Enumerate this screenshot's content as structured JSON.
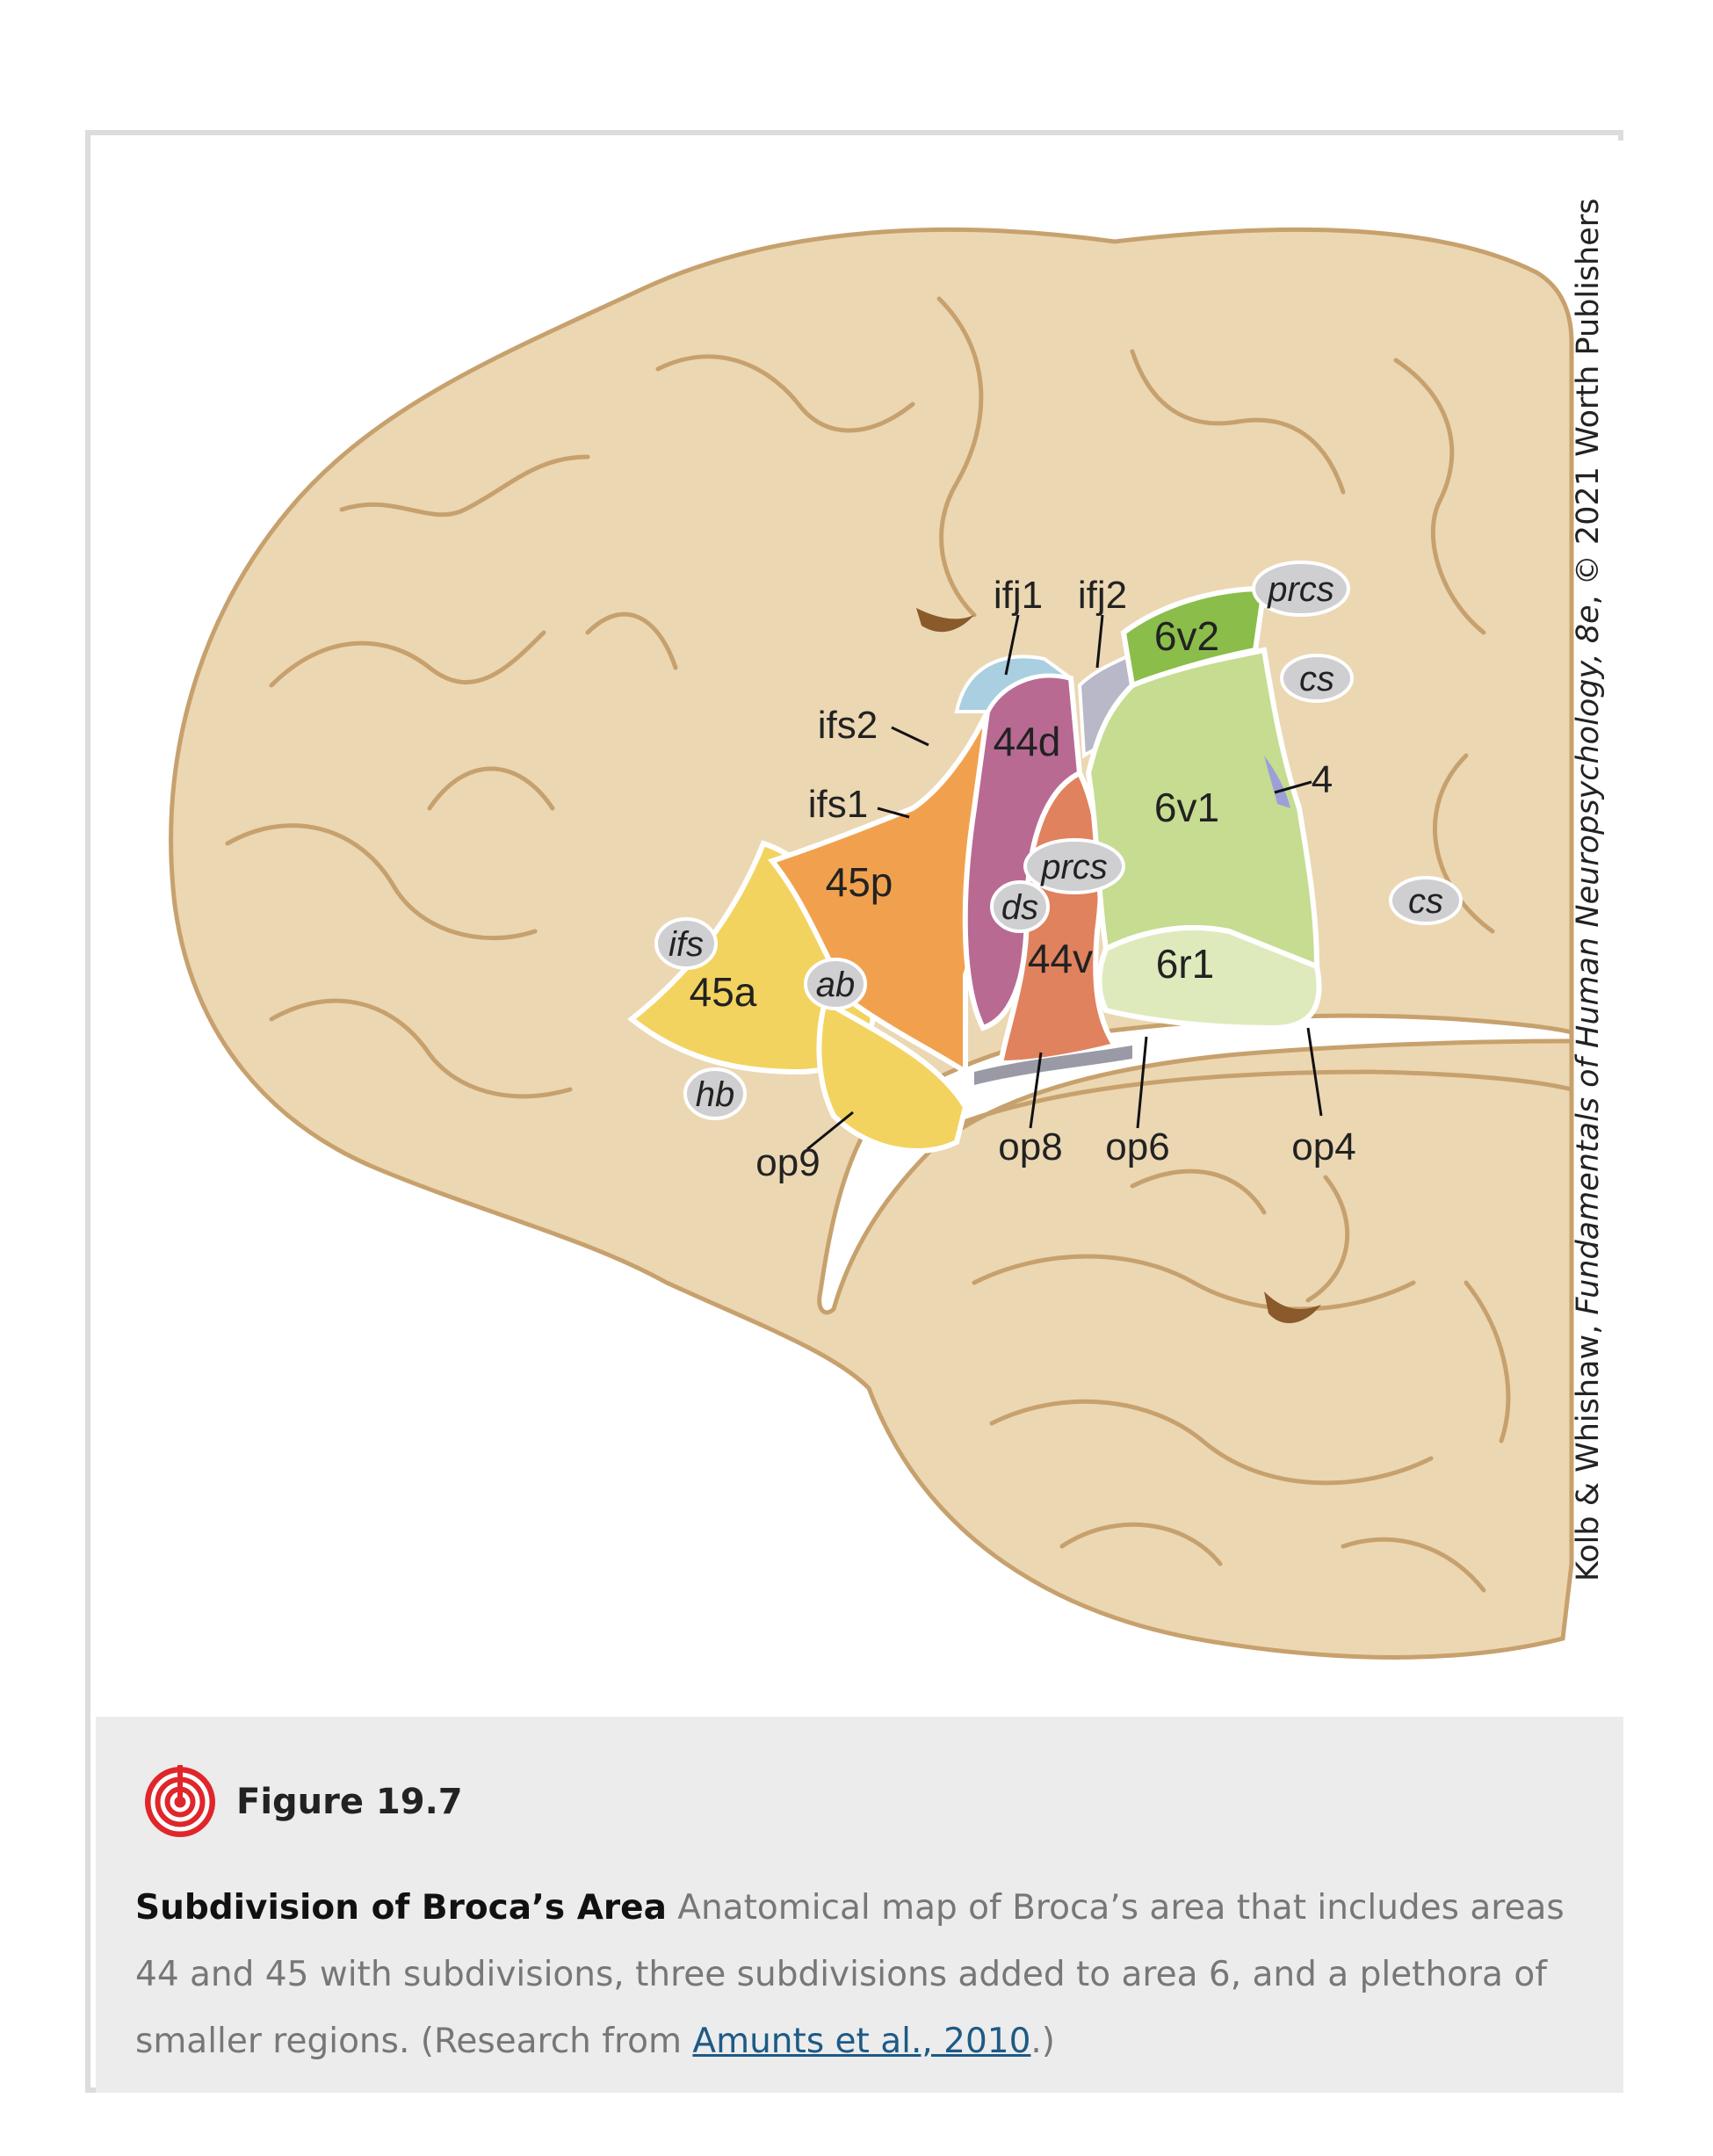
{
  "figure": {
    "number_label": "Figure 19.7",
    "icon": "concentric-target-icon",
    "accent_color": "#e0262a"
  },
  "caption": {
    "title": "Subdivision of Broca’s Area",
    "body": " Anatomical map of Broca’s area that includes areas 44 and 45 with subdivisions, three subdivisions added to area 6, and a plethora of smaller regions. (Research from ",
    "link_text": "Amunts et al., 2010",
    "tail": ".)"
  },
  "illustration": {
    "credit_prefix": "Kolb & Whishaw, ",
    "credit_title": "Fundamentals of Human Neuropsychology, 8e",
    "credit_suffix": ", © 2021 Worth Publishers",
    "regions": {
      "r45a": "45a",
      "r45p": "45p",
      "r44d": "44d",
      "r44v": "44v",
      "r6v2": "6v2",
      "r6v1": "6v1",
      "r6r1": "6r1"
    },
    "callouts": {
      "ifj1": "ifj1",
      "ifj2": "ifj2",
      "ifs2": "ifs2",
      "ifs1": "ifs1",
      "four": "4",
      "op9": "op9",
      "op8": "op8",
      "op6": "op6",
      "op4": "op4"
    },
    "sulci": {
      "prcs_top": "prcs",
      "cs_top": "cs",
      "cs_right": "cs",
      "prcs_mid": "prcs",
      "ds": "ds",
      "ifs": "ifs",
      "ab": "ab",
      "hb": "hb"
    },
    "colors": {
      "brain": "#ecd7b3",
      "sulcus_line": "#c7a16d",
      "area_45a": "#f2d35f",
      "area_45p": "#f1a14e",
      "area_44d": "#b86a93",
      "area_44v": "#e0825e",
      "area_6v2": "#8bbd4a",
      "area_6v1": "#c5dc91",
      "area_6r1": "#deeabc",
      "ifj1": "#a9cfe0",
      "ifj2": "#b8b8c8",
      "area_4": "#9d9fd9"
    }
  }
}
